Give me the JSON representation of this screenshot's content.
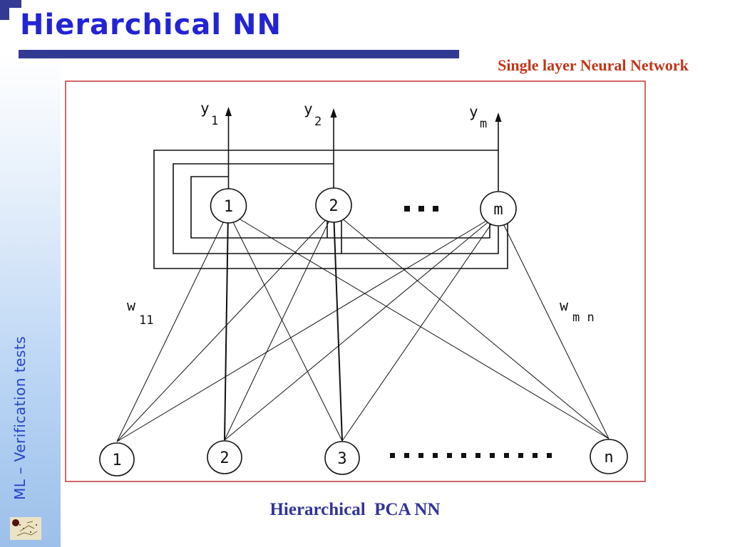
{
  "slide": {
    "title": "Hierarchical NN",
    "subtitle": "Single layer Neural Network",
    "caption": "Hierarchical  PCA NN",
    "sidebar_text": "ML – Verification tests"
  },
  "colors": {
    "title_blue": "#2323d6",
    "underline_navy": "#333a94",
    "subtitle_red": "#c33517",
    "diagram_border_red": "#c74040",
    "caption_navy": "#33339b",
    "sidebar_text_blue": "#2743c8",
    "sidebar_gradient_bottom": "#9cc0ea",
    "diagram_ink": "#111111"
  },
  "diagram": {
    "outputs": [
      {
        "label": "1",
        "out_base": "y",
        "out_sub": "1"
      },
      {
        "label": "2",
        "out_base": "y",
        "out_sub": "2"
      },
      {
        "label": "m",
        "out_base": "y",
        "out_sub": "m"
      }
    ],
    "output_ellipsis": "...",
    "inputs": [
      {
        "label": "1"
      },
      {
        "label": "2"
      },
      {
        "label": "3"
      },
      {
        "label": "n"
      }
    ],
    "weights": [
      {
        "base": "w",
        "sub": "11"
      },
      {
        "base": "w",
        "sub": "m n"
      }
    ]
  }
}
